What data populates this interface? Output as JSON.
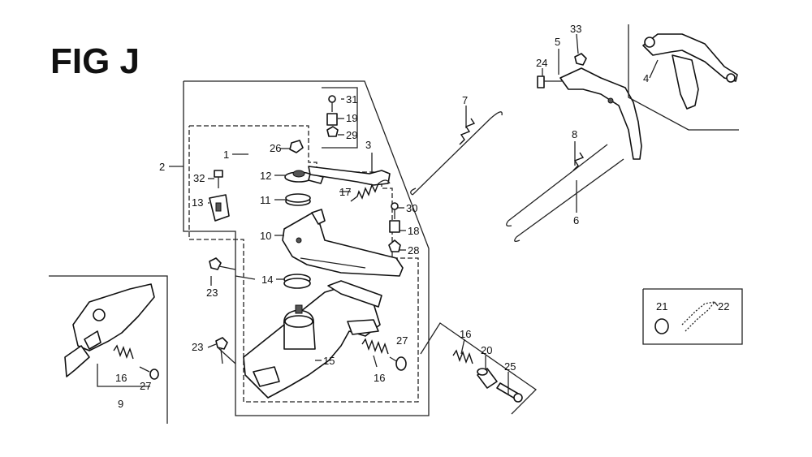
{
  "figure": {
    "title": "FIG J"
  },
  "callouts": {
    "c1": "1",
    "c2": "2",
    "c3": "3",
    "c4": "4",
    "c5": "5",
    "c6": "6",
    "c7": "7",
    "c8": "8",
    "c9": "9",
    "c10": "10",
    "c11": "11",
    "c12": "12",
    "c13": "13",
    "c14": "14",
    "c15": "15",
    "c16a": "16",
    "c16b": "16",
    "c16c": "16",
    "c17": "17",
    "c18": "18",
    "c19": "19",
    "c20": "20",
    "c21": "21",
    "c22": "22",
    "c23a": "23",
    "c23b": "23",
    "c24": "24",
    "c25": "25",
    "c26": "26",
    "c27a": "27",
    "c27b": "27",
    "c28": "28",
    "c29": "29",
    "c30": "30",
    "c31": "31",
    "c32": "32",
    "c33": "33"
  }
}
